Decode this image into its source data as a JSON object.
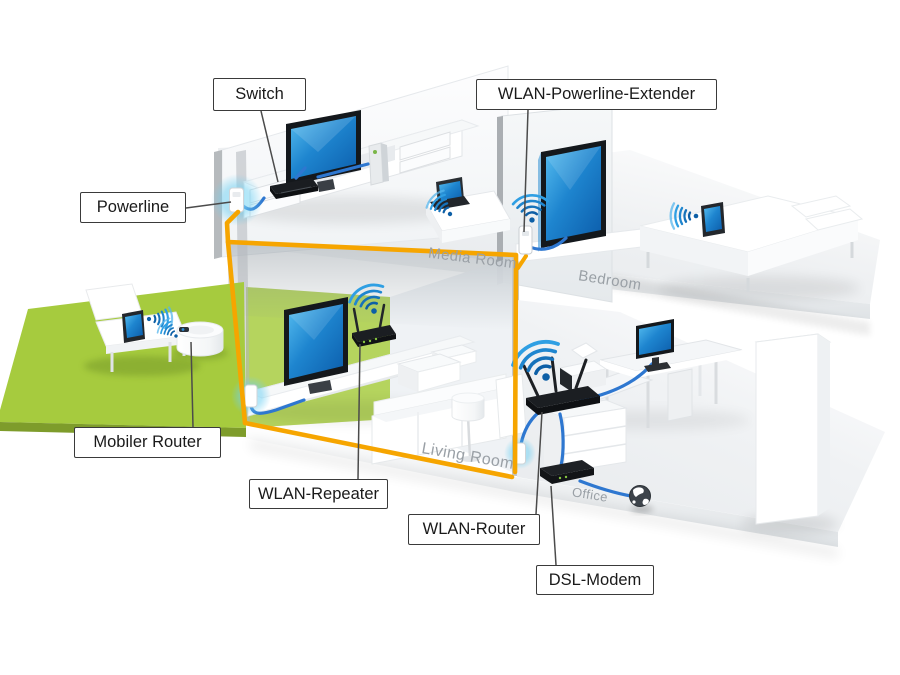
{
  "diagram": {
    "type": "isometric-home-network-diagram",
    "callouts": {
      "switch": "Switch",
      "wlan_powerline_extender": "WLAN-Powerline-Extender",
      "powerline": "Powerline",
      "mobiler_router": "Mobiler Router",
      "wlan_repeater": "WLAN-Repeater",
      "wlan_router": "WLAN-Router",
      "dsl_modem": "DSL-Modem"
    },
    "rooms": {
      "media_room": "Media Room",
      "bedroom": "Bedroom",
      "living_room": "Living Room",
      "office": "Office"
    },
    "icons": [
      "wifi-signal-icon",
      "globe-internet-icon",
      "tv-icon",
      "laptop-icon",
      "tablet-icon",
      "router-icon",
      "powerline-adapter-icon"
    ],
    "colors": {
      "accent_orange": "#F6A500",
      "cable_blue": "#2E77D0",
      "wifi_blue": "#1E86D0",
      "lawn_green": "#A6CB3E",
      "lawn_edge_green": "#7E9C2B",
      "screen_blue": "#1778C8",
      "device_dark": "#1B1E22",
      "floor_gray": "#E6E9EC",
      "wall_edge_gray": "#B6BABD",
      "glow_cyan": "#7FD8F5",
      "label_border": "#3A3A3A",
      "room_text_gray": "#9AA0A6",
      "leader_gray": "#4B4B4B"
    }
  }
}
